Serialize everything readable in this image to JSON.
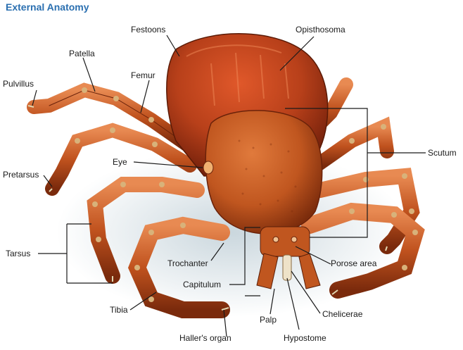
{
  "title": "External Anatomy",
  "labels": {
    "festoons": "Festoons",
    "opisthosoma": "Opisthosoma",
    "patella": "Patella",
    "pulvillus": "Pulvillus",
    "femur": "Femur",
    "scutum": "Scutum",
    "eye": "Eye",
    "pretarsus": "Pretarsus",
    "tarsus": "Tarsus",
    "trochanter": "Trochanter",
    "porose_area": "Porose area",
    "capitulum": "Capitulum",
    "tibia": "Tibia",
    "chelicerae": "Chelicerae",
    "palp": "Palp",
    "hallers_organ": "Haller's organ",
    "hypostome": "Hypostome"
  },
  "colors": {
    "title": "#2a6fb0",
    "body_dark": "#8a2a10",
    "body_mid": "#b8401a",
    "body_light": "#d9662e",
    "scutum": "#c55a28",
    "leg_joint": "#d8b27a",
    "leader": "#1a1a1a"
  }
}
